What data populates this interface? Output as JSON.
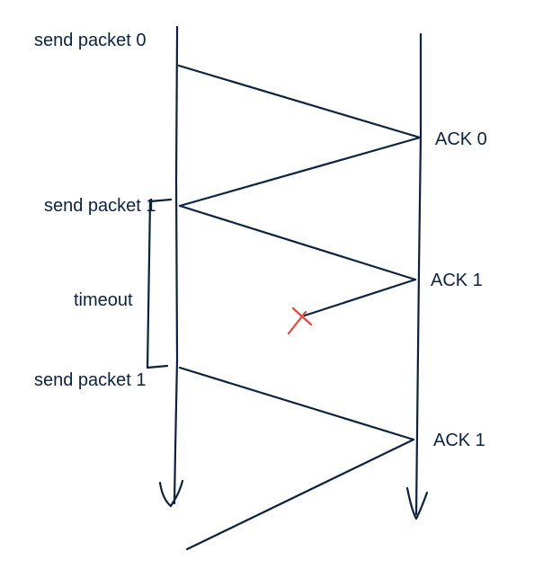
{
  "colors": {
    "ink": "#0b2240",
    "loss": "#e8453c",
    "background": "#ffffff"
  },
  "sender_events": [
    {
      "label": "send packet 0"
    },
    {
      "label": "send packet 1"
    },
    {
      "label": "send packet 1"
    }
  ],
  "timer_label": "timeout",
  "receiver_events": [
    {
      "label": "ACK 0"
    },
    {
      "label": "ACK 1"
    },
    {
      "label": "ACK 1"
    }
  ],
  "loss_marker": "x-mark-icon"
}
